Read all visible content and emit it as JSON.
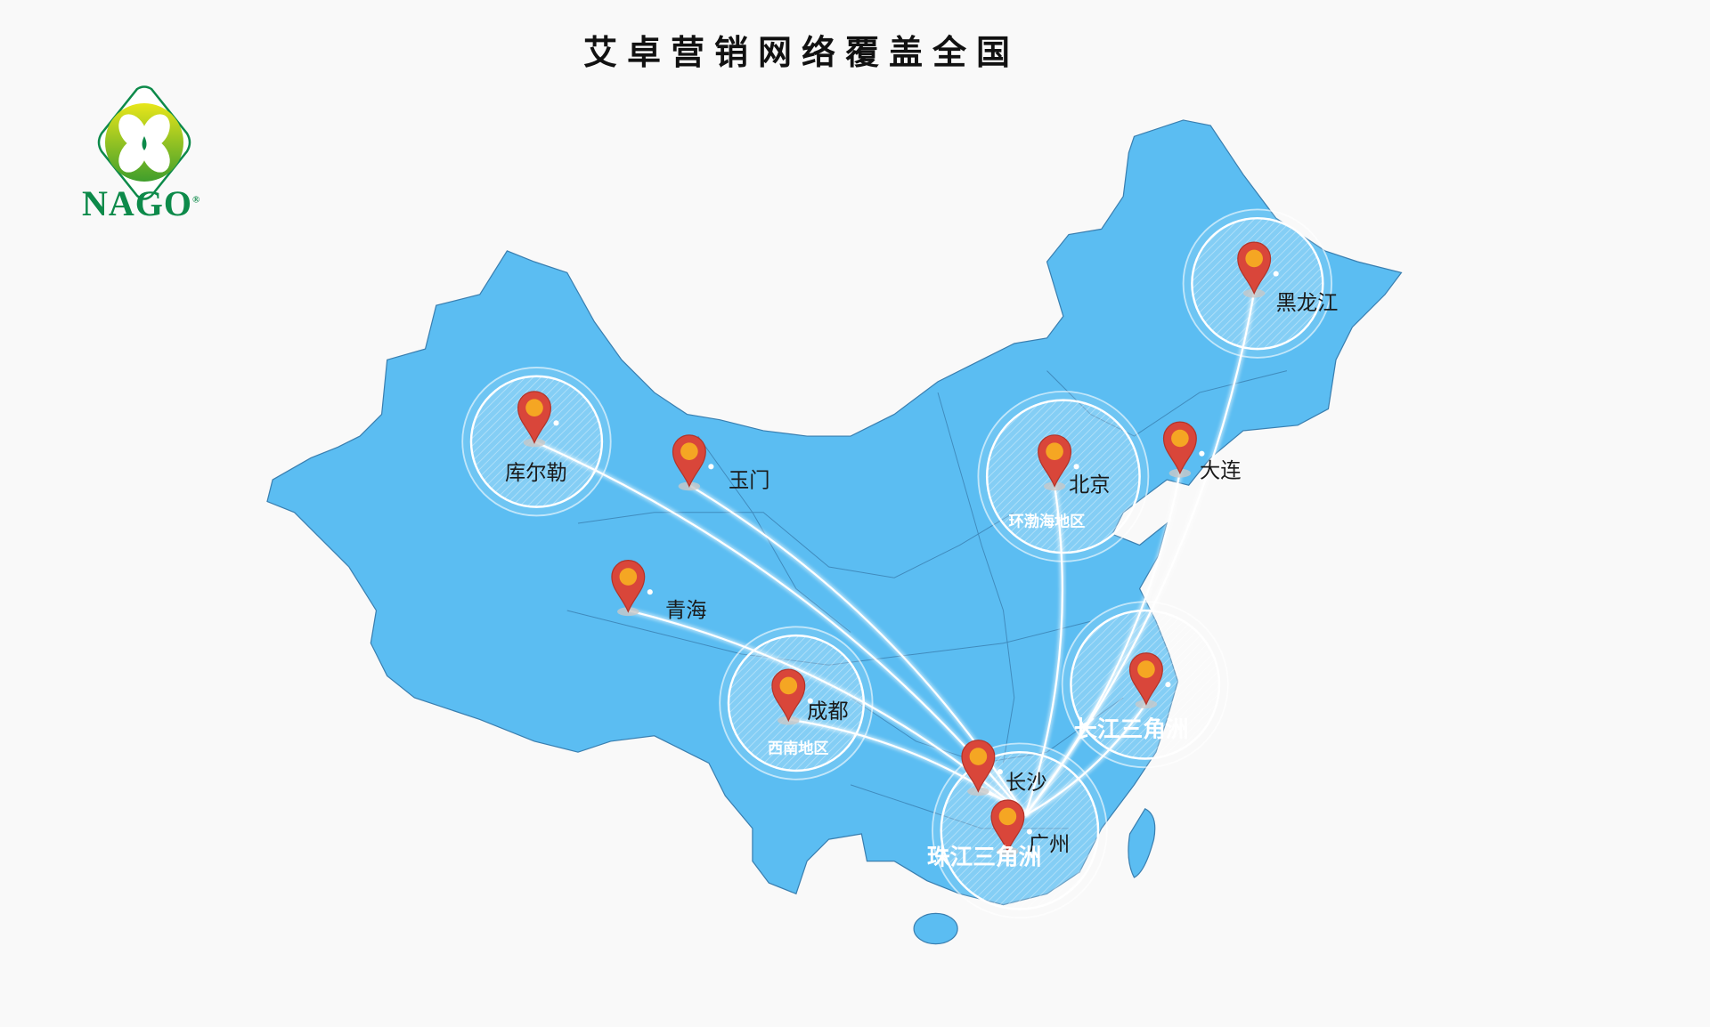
{
  "header": {
    "title": "艾卓营销网络覆盖全国"
  },
  "logo": {
    "text": "NAGO",
    "mark": "®"
  },
  "colors": {
    "map_fill": "#5bbdf2",
    "border": "#3a7fb0",
    "pin": "#d9463a",
    "pin_dot": "#f5a623",
    "brand": "#0d8a4a"
  },
  "locations": {
    "korla": "库尔勒",
    "yumen": "玉门",
    "qinghai": "青海",
    "chengdu": "成都",
    "changsha": "长沙",
    "guangzhou": "广州",
    "beijing": "北京",
    "dalian": "大连",
    "heilongjiang": "黑龙江",
    "shanghai_region": "长江三角洲"
  },
  "regions": {
    "southwest": "西南地区",
    "bohai": "环渤海地区",
    "pearl_delta": "珠江三角洲",
    "yangtze_delta": "长江三角洲"
  }
}
